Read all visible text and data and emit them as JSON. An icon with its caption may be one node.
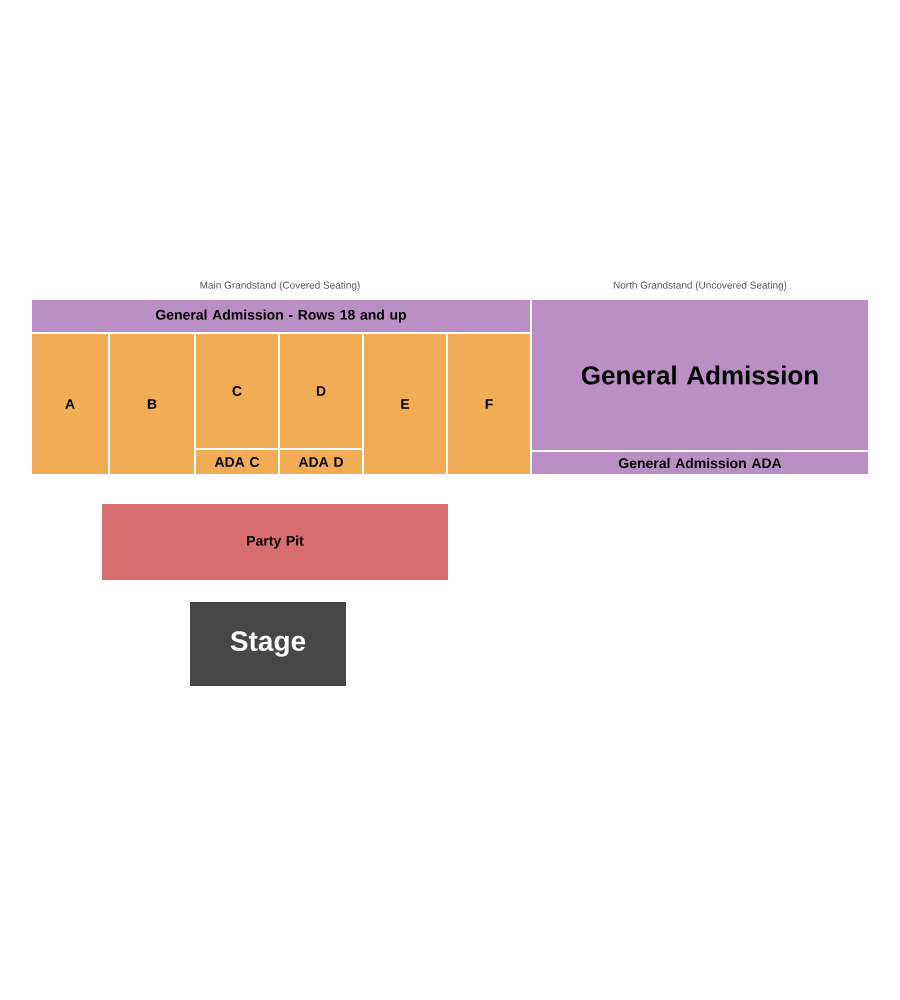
{
  "diagram": {
    "nodes": [
      {
        "text": [
          "General Admission - Rows 18 and up"
        ]
      },
      {
        "text": [
          "A"
        ]
      },
      {
        "text": [
          "B"
        ]
      },
      {
        "text": [
          "C"
        ]
      },
      {
        "text": [
          "ADA C"
        ]
      },
      {
        "text": [
          "D"
        ]
      },
      {
        "text": [
          "ADA D"
        ]
      },
      {
        "text": [
          "E"
        ]
      },
      {
        "text": [
          "F"
        ]
      },
      {
        "text": [
          "General Admission"
        ]
      },
      {
        "text": [
          "General Admission ADA"
        ]
      },
      {
        "text": [
          "Party Pit"
        ]
      },
      {
        "text": [
          "Stage"
        ]
      }
    ],
    "labels": [
      "Main Grandstand (Covered Seating)",
      "North Grandstand (Uncovered Seating)"
    ]
  }
}
